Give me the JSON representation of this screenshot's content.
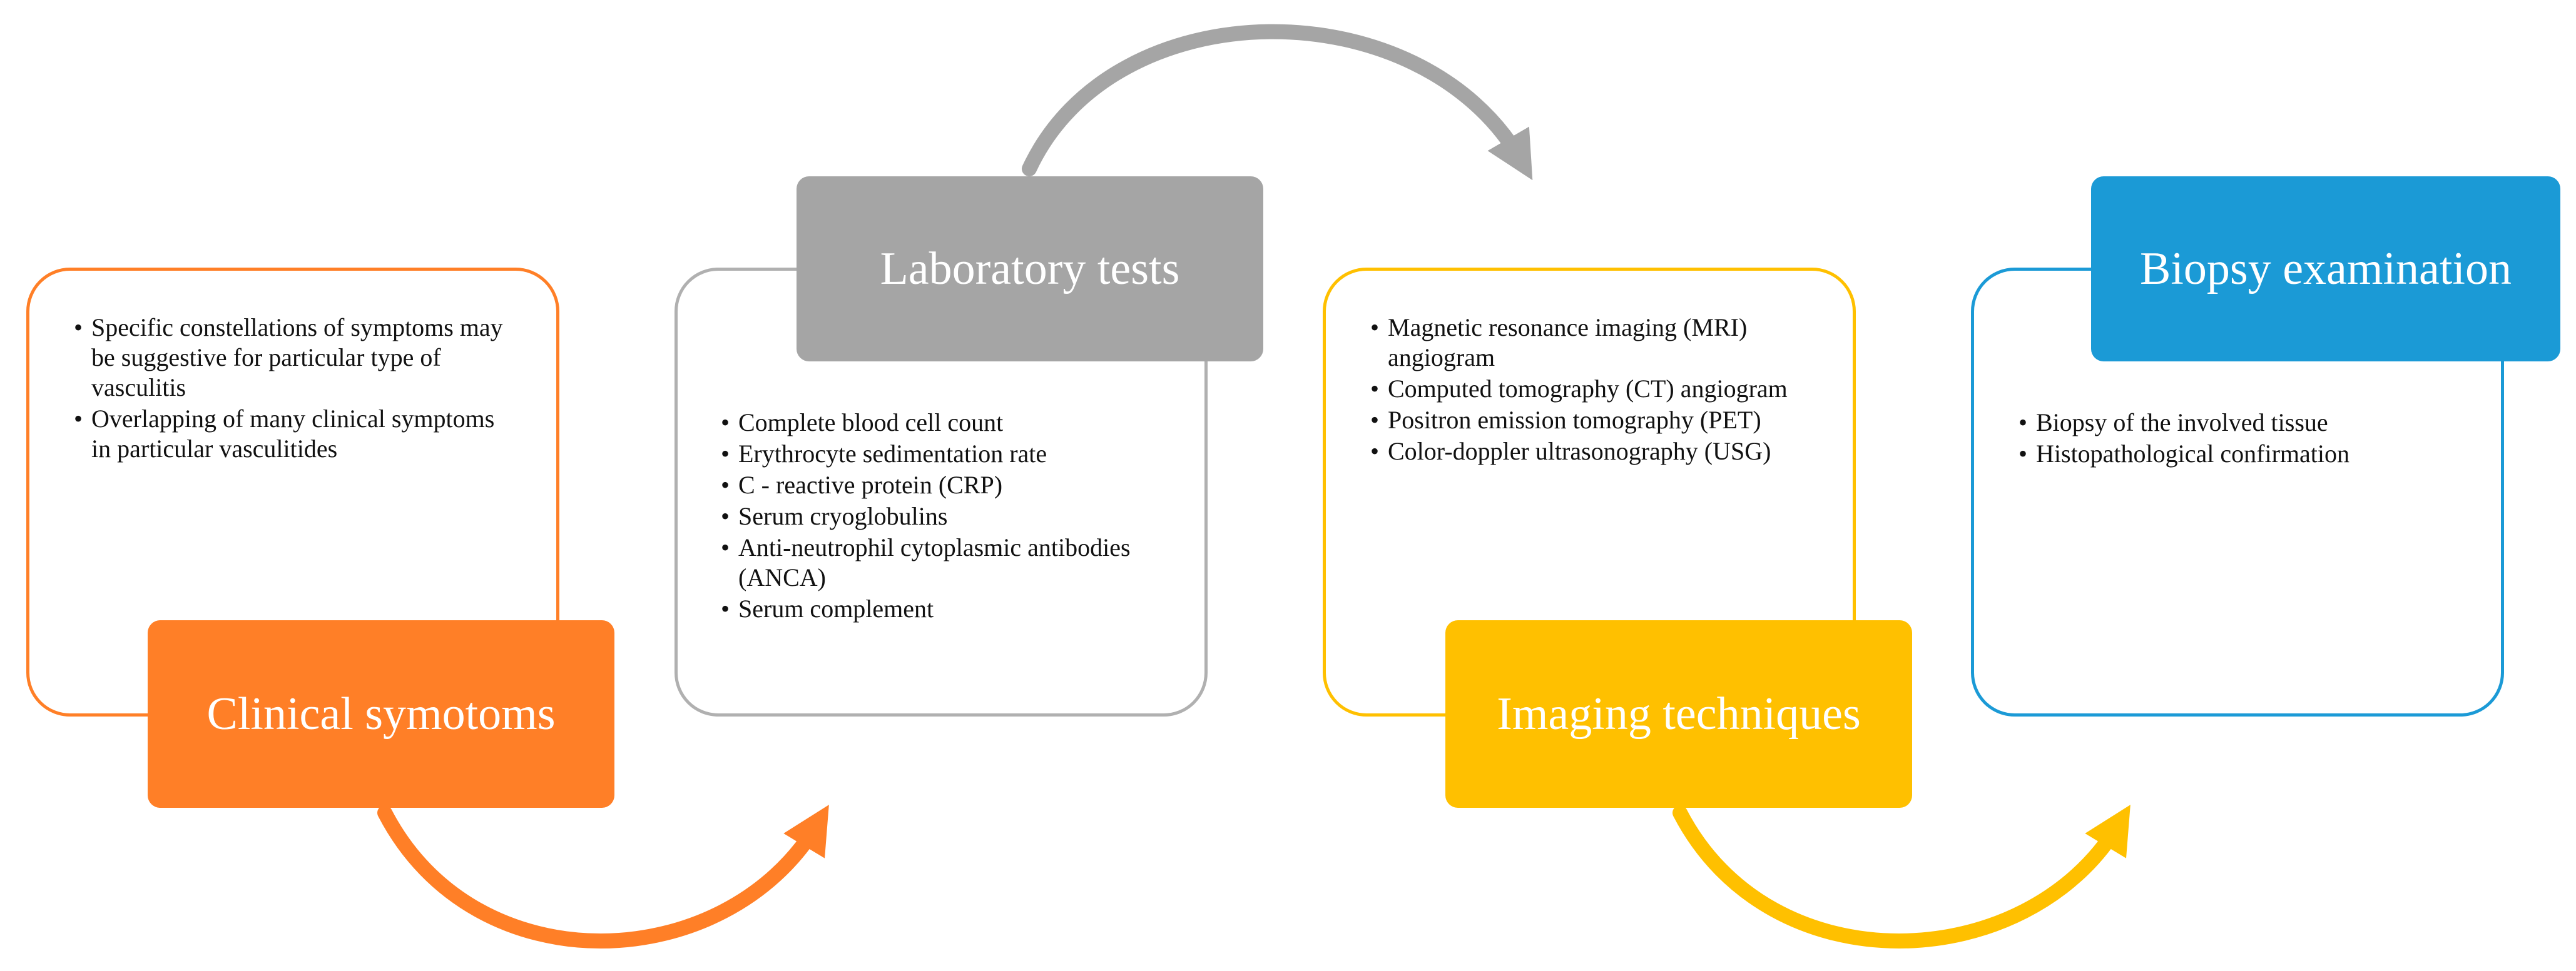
{
  "colors": {
    "clinical": "#FF7F27",
    "laboratory": "#A5A5A5",
    "imaging": "#FFC000",
    "biopsy": "#1B9AD6"
  },
  "stages": {
    "clinical": {
      "title": "Clinical symotoms",
      "bullets": [
        "Specific constellations of symptoms may be suggestive for particular type of vasculitis",
        " Overlapping of many clinical symptoms in particular vasculitides"
      ]
    },
    "laboratory": {
      "title": "Laboratory tests",
      "bullets": [
        "Complete blood cell count",
        "Erythrocyte sedimentation rate",
        "C - reactive protein (CRP)",
        "Serum cryoglobulins",
        " Anti-neutrophil cytoplasmic antibodies (ANCA)",
        "Serum complement"
      ]
    },
    "imaging": {
      "title": "Imaging techniques",
      "bullets": [
        "Magnetic resonance imaging (MRI)  angiogram",
        "Computed tomography (CT) angiogram",
        "Positron emission tomography (PET)",
        "Color-doppler ultrasonography (USG)"
      ]
    },
    "biopsy": {
      "title": "Biopsy examination",
      "bullets": [
        "Biopsy of the involved tissue",
        "Histopathological confirmation"
      ]
    }
  }
}
